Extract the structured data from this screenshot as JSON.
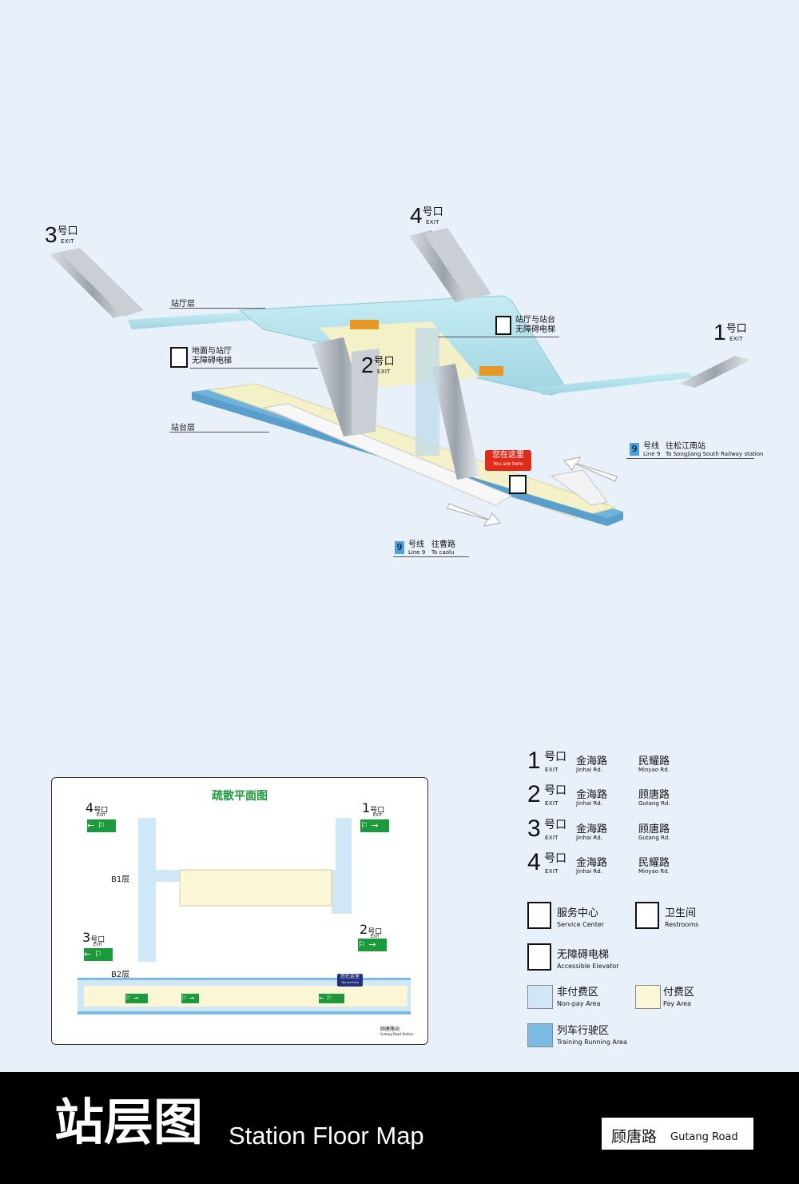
{
  "exits_3d": [
    {
      "num": "3",
      "cn": "号口",
      "en": "EXIT"
    },
    {
      "num": "4",
      "cn": "号口",
      "en": "EXIT"
    },
    {
      "num": "1",
      "cn": "号口",
      "en": "EXIT"
    },
    {
      "num": "2",
      "cn": "号口",
      "en": "EXIT"
    }
  ],
  "levels": {
    "hall": "站厅层",
    "platform": "站台层"
  },
  "elevators": {
    "ground_to_hall": {
      "line1": "地面与站厅",
      "line2": "无障碍电梯"
    },
    "hall_to_platform": {
      "line1": "站厅与站台",
      "line2": "无障碍电梯"
    }
  },
  "you_are_here": {
    "cn": "您在这里",
    "en": "You are here"
  },
  "directions": [
    {
      "line_num": "9",
      "line_cn": "号线",
      "line_en": "Line 9",
      "dest_cn": "往松江南站",
      "dest_en": "To Songjiang South Railway station"
    },
    {
      "line_num": "9",
      "line_cn": "号线",
      "line_en": "Line 9",
      "dest_cn": "往曹路",
      "dest_en": "To caolu"
    }
  ],
  "evac_plan": {
    "title": "疏散平面图",
    "b1": "B1层",
    "b2": "B2层",
    "exits": [
      {
        "num": "4",
        "cn": "号口",
        "en": "EXIT"
      },
      {
        "num": "1",
        "cn": "号口",
        "en": "EXIT"
      },
      {
        "num": "3",
        "cn": "号口",
        "en": "EXIT"
      },
      {
        "num": "2",
        "cn": "号口",
        "en": "EXIT"
      }
    ],
    "you_are_here": {
      "cn": "您在这里",
      "en": "You are here"
    },
    "station_cn": "顾唐路站",
    "station_en": "Gutang Road Station"
  },
  "exit_table": [
    {
      "num": "1",
      "cn": "号口",
      "en": "EXIT",
      "a_cn": "金海路",
      "a_en": "Jinhai Rd.",
      "b_cn": "民耀路",
      "b_en": "Minyao Rd."
    },
    {
      "num": "2",
      "cn": "号口",
      "en": "EXIT",
      "a_cn": "金海路",
      "a_en": "Jinhai Rd.",
      "b_cn": "顾唐路",
      "b_en": "Gutang Rd."
    },
    {
      "num": "3",
      "cn": "号口",
      "en": "EXIT",
      "a_cn": "金海路",
      "a_en": "Jinhai Rd.",
      "b_cn": "顾唐路",
      "b_en": "Gutang Rd."
    },
    {
      "num": "4",
      "cn": "号口",
      "en": "EXIT",
      "a_cn": "金海路",
      "a_en": "Jinhai Rd.",
      "b_cn": "民耀路",
      "b_en": "Minyao Rd."
    }
  ],
  "legend": {
    "service": {
      "cn": "服务中心",
      "en": "Service Center"
    },
    "restroom": {
      "cn": "卫生间",
      "en": "Restrooms"
    },
    "elevator": {
      "cn": "无障碍电梯",
      "en": "Accessible Elevator"
    },
    "nonpay": {
      "cn": "非付费区",
      "en": "Non-pay Area",
      "color": "#cfe7f6"
    },
    "pay": {
      "cn": "付费区",
      "en": "Pay Area",
      "color": "#fbf7d6"
    },
    "track": {
      "cn": "列车行驶区",
      "en": "Training Running Area",
      "color": "#7bbce4"
    }
  },
  "footer": {
    "title_cn": "站层图",
    "title_en": "Station Floor Map",
    "station_cn": "顾唐路",
    "station_en": "Gutang Road"
  },
  "colors": {
    "hall": "#bfe3ef",
    "platform": "#f4f0c8",
    "track": "#6fb3dd",
    "exit_green": "#1a9a3a",
    "here_red": "#e02a1a",
    "here_blue": "#24307a"
  }
}
